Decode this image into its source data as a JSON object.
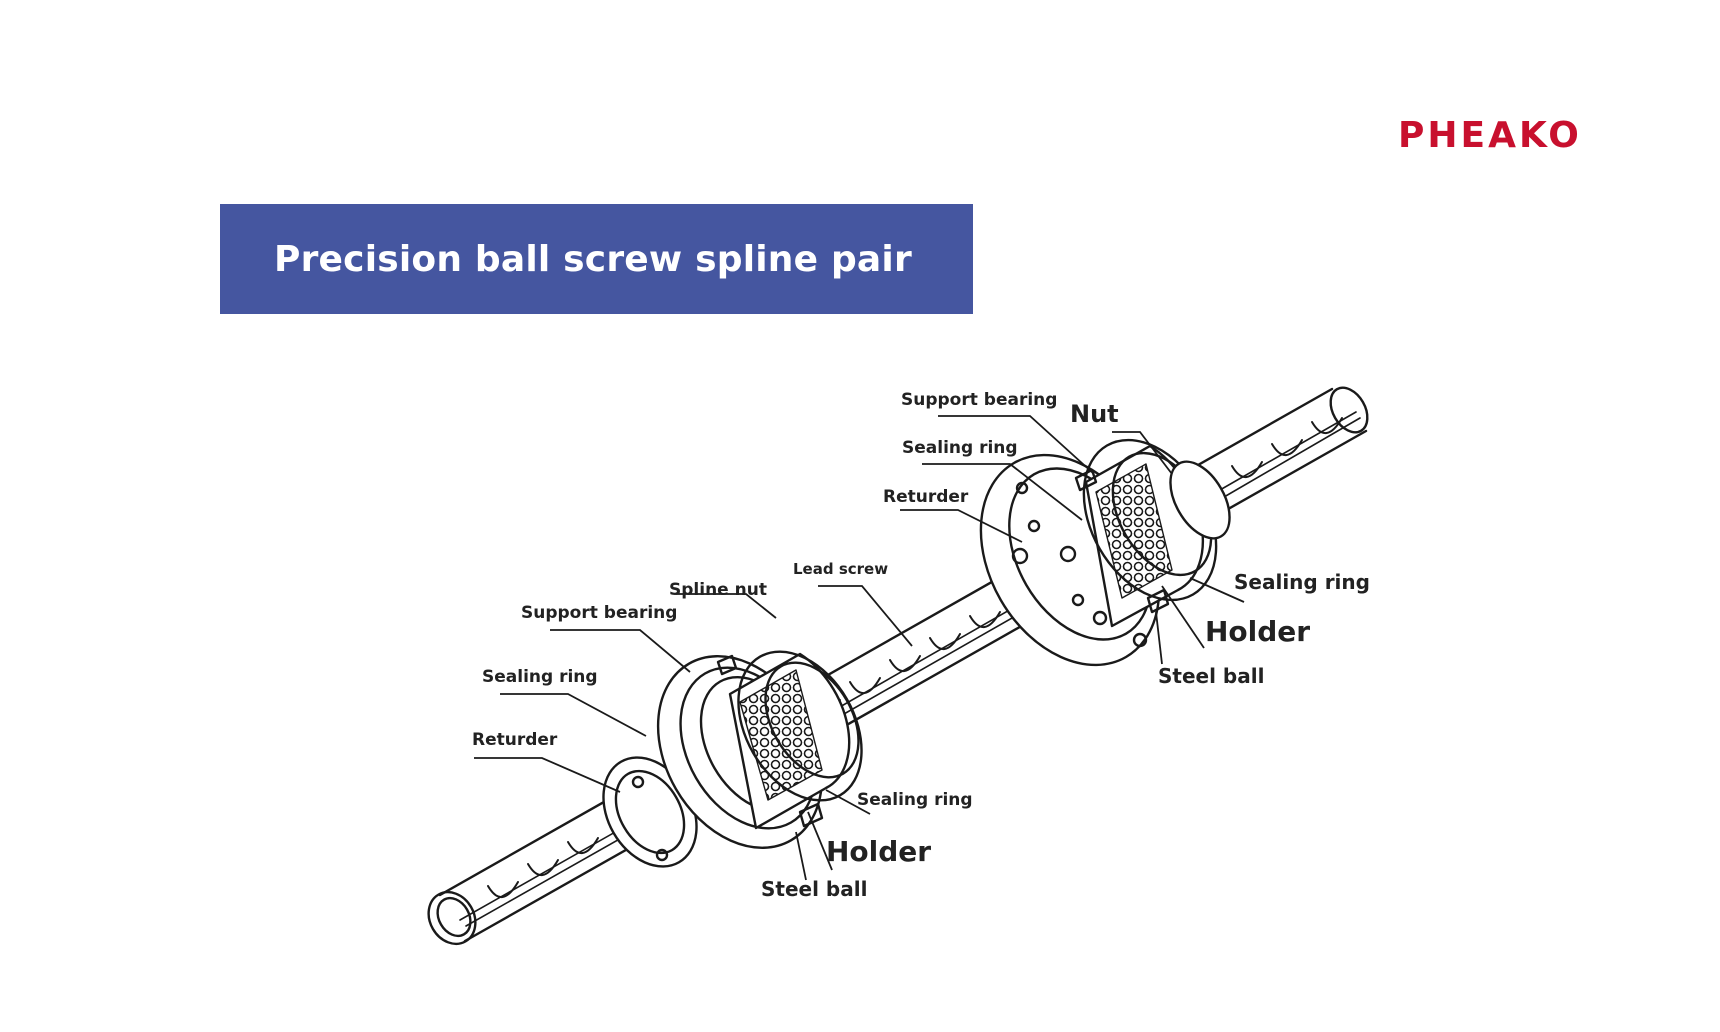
{
  "logo": "PHEAKO",
  "title": "Precision ball screw spline pair",
  "labels": {
    "support_bearing_right": "Support bearing",
    "nut": "Nut",
    "sealing_ring_right_top": "Sealing ring",
    "returder_right": "Returder",
    "lead_screw": "Lead screw",
    "sealing_ring_right_side": "Sealing ring",
    "holder_right": "Holder",
    "steel_ball_right": "Steel ball",
    "spline_nut": "Spline nut",
    "support_bearing_left": "Support bearing",
    "sealing_ring_left_top": "Sealing ring",
    "returder_left": "Returder",
    "sealing_ring_left_side": "Sealing ring",
    "holder_left": "Holder",
    "steel_ball_left": "Steel ball"
  },
  "colors": {
    "banner": "#4556a0",
    "logo": "#c8102e",
    "line": "#1a1a1a"
  }
}
